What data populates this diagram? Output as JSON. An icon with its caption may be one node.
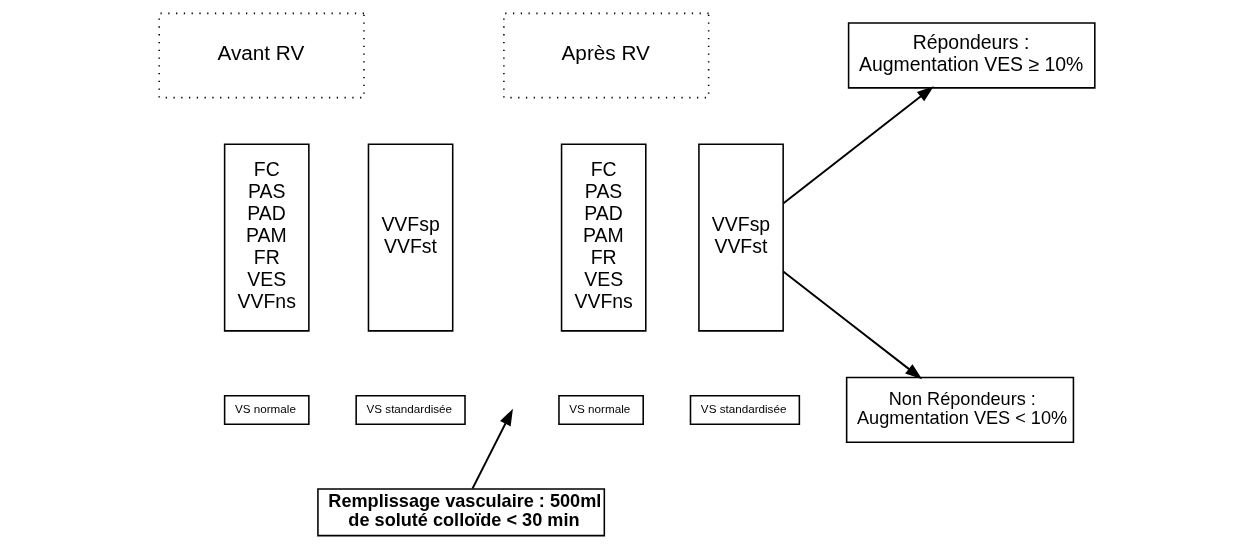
{
  "diagram": {
    "nodes": [
      {
        "text": [
          "Avant RV"
        ]
      },
      {
        "text": [
          "Après RV"
        ]
      },
      {
        "text": [
          "FC",
          "PAS",
          "PAD",
          "PAM",
          "FR",
          "VES",
          "VVFns"
        ]
      },
      {
        "text": [
          "VVFsp",
          "VVFst"
        ]
      },
      {
        "text": [
          "FC",
          "PAS",
          "PAD",
          "PAM",
          "FR",
          "VES",
          "VVFns"
        ]
      },
      {
        "text": [
          "VVFsp",
          "VVFst"
        ]
      },
      {
        "text": [
          "Répondeurs : Augmentation VES ≥ 10%"
        ]
      },
      {
        "text": [
          "Non Répondeurs : Augmentation VES < 10%"
        ]
      },
      {
        "text": [
          "VS normale"
        ]
      },
      {
        "text": [
          "VS standardisée"
        ]
      },
      {
        "text": [
          "VS normale"
        ]
      },
      {
        "text": [
          "VS standardisée"
        ]
      },
      {
        "text": [
          "Remplissage vasculaire : 500ml de soluté colloïde < 30 min"
        ]
      }
    ],
    "edges": [
      {
        "from": 5,
        "to": 6,
        "arrow": "to"
      },
      {
        "from": 5,
        "to": 7,
        "arrow": "to"
      },
      {
        "from": 12,
        "to": null,
        "arrow": "to"
      }
    ]
  }
}
